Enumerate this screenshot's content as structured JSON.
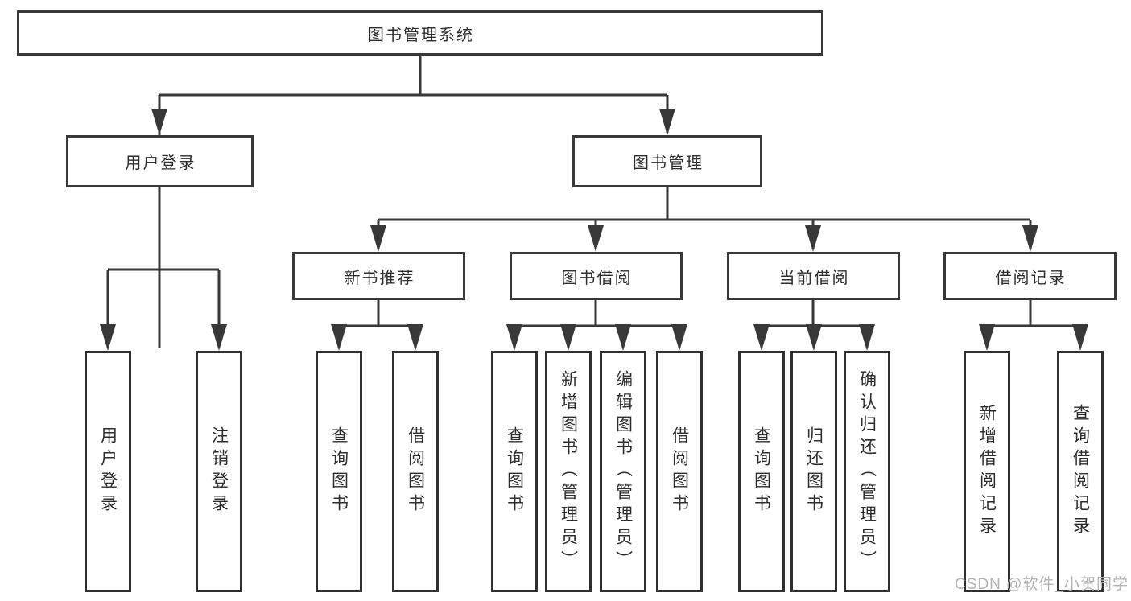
{
  "diagram": {
    "root": {
      "label": "图书管理系统",
      "children": [
        {
          "label": "用户登录",
          "children": [
            {
              "label": "用户登录"
            },
            {
              "label": "注销登录"
            }
          ]
        },
        {
          "label": "图书管理",
          "children": [
            {
              "label": "新书推荐",
              "children": [
                {
                  "label": "查询图书"
                },
                {
                  "label": "借阅图书"
                }
              ]
            },
            {
              "label": "图书借阅",
              "children": [
                {
                  "label": "查询图书"
                },
                {
                  "label": "新增图书（管理员）"
                },
                {
                  "label": "编辑图书（管理员）"
                },
                {
                  "label": "借阅图书"
                }
              ]
            },
            {
              "label": "当前借阅",
              "children": [
                {
                  "label": "查询图书"
                },
                {
                  "label": "归还图书"
                },
                {
                  "label": "确认归还（管理员）"
                }
              ]
            },
            {
              "label": "借阅记录",
              "children": [
                {
                  "label": "新增借阅记录"
                },
                {
                  "label": "查询借阅记录"
                }
              ]
            }
          ]
        }
      ]
    },
    "line_color": "#383838",
    "text_color": "#2d2d2d",
    "background_color": "#ffffff"
  },
  "watermark": {
    "text": "CSDN @软件_小贺同学",
    "color": "#b3b3b3"
  }
}
